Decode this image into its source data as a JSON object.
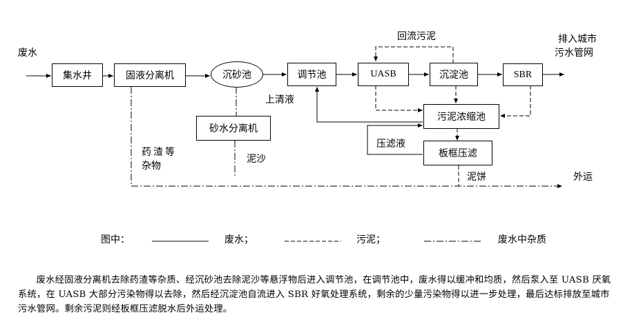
{
  "diagram": {
    "nodes": {
      "jishuijing": "集水井",
      "guye": "固液分离机",
      "chenshachi": "沉砂池",
      "tiaojiechi": "调节池",
      "uasb": "UASB",
      "chendianchi": "沉淀池",
      "sbr": "SBR",
      "shashui": "砂水分离机",
      "nongsuochi": "污泥浓缩池",
      "bankuang": "板框压滤"
    },
    "labels": {
      "inlet": "废水",
      "outlet_line1": "排入城市",
      "outlet_line2": "污水管网",
      "return_sludge": "回流污泥",
      "supernatant": "上清液",
      "medicine_line1": "药渣等",
      "medicine_line2": "杂物",
      "sand": "泥沙",
      "filtrate": "压滤液",
      "cake": "泥饼",
      "transport_out": "外运"
    }
  },
  "legend": {
    "prefix": "图中：",
    "wastewater": "废水；",
    "sludge": "污泥；",
    "impurities": "废水中杂质"
  },
  "description": "废水经固液分离机去除药渣等杂质、经沉砂池去除泥沙等悬浮物后进入调节池，在调节池中，废水得以缓冲和均质，然后泵入至 UASB 厌氧系统，在 UASB 大部分污染物得以去除，然后经沉淀池自流进入 SBR 好氧处理系统，剩余的少量污染物得以进一步处理，最后达标排放至城市污水管网。剩余污泥则经板框压滤脱水后外运处理。"
}
